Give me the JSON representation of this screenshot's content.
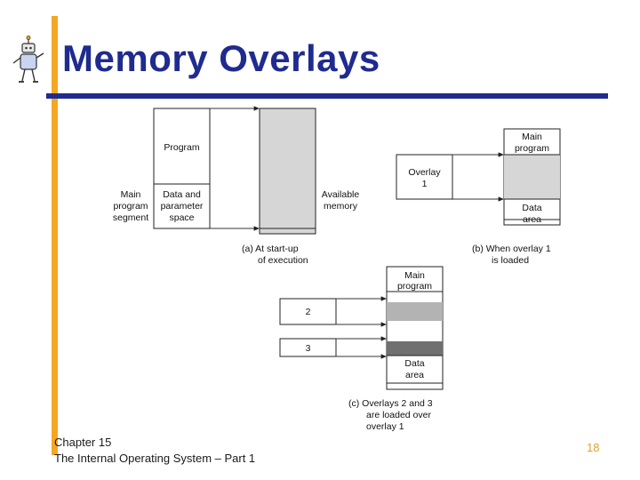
{
  "slide": {
    "title": "Memory Overlays",
    "footer_line1": "Chapter 15",
    "footer_line2": "The Internal Operating System – Part 1",
    "page_number": "18"
  },
  "colors": {
    "title": "#1f2b8f",
    "accent_bar": "#f5a623",
    "rule": "#1f2b8f",
    "page_number": "#e0a030",
    "memory_fill": "#d6d6d6",
    "overlay2_fill": "#b3b3b3",
    "overlay3_fill": "#707070"
  },
  "icons": {
    "mascot": "robot-mascot-icon"
  },
  "diagram": {
    "a": {
      "program": "Program",
      "data_line1": "Data and",
      "data_line2": "parameter",
      "data_line3": "space",
      "main_line1": "Main",
      "main_line2": "program",
      "main_line3": "segment",
      "avail_line1": "Available",
      "avail_line2": "memory",
      "caption_line1": "(a) At start-up",
      "caption_line2": "of execution"
    },
    "b": {
      "main_line1": "Main",
      "main_line2": "program",
      "overlay_line1": "Overlay",
      "overlay_line2": "1",
      "data_line1": "Data",
      "data_line2": "area",
      "caption_line1": "(b) When overlay 1",
      "caption_line2": "is loaded"
    },
    "c": {
      "main_line1": "Main",
      "main_line2": "program",
      "overlay2": "2",
      "overlay3": "3",
      "data_line1": "Data",
      "data_line2": "area",
      "caption_line1": "(c) Overlays 2 and 3",
      "caption_line2": "are loaded over",
      "caption_line3": "overlay 1"
    }
  }
}
